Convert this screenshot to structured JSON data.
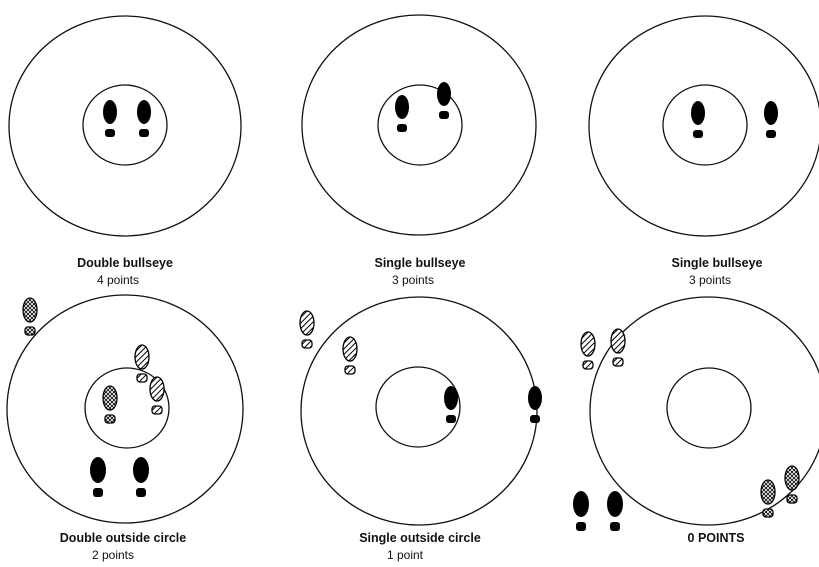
{
  "diagrams": [
    {
      "title": "Double bullseye",
      "points": "4 points"
    },
    {
      "title": "Single bullseye",
      "points": "3 points"
    },
    {
      "title": "Single bullseye",
      "points": "3 points"
    },
    {
      "title": "Double outside circle",
      "points": "2 points"
    },
    {
      "title": "Single outside circle",
      "points": "1 point"
    },
    {
      "title": "0 POINTS",
      "points": ""
    }
  ],
  "colors": {
    "line": "#111111",
    "solid": "#000000",
    "background": "#ffffff"
  },
  "legend_icons": [
    "solid-footprint-icon",
    "striped-footprint-icon",
    "crosshatch-footprint-icon"
  ]
}
